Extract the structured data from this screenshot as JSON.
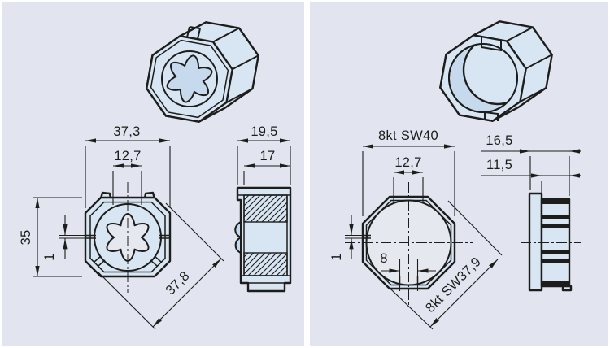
{
  "colors": {
    "bg": "#ffffff",
    "panel_bg": "#e2e5ef",
    "part": "#d8e5f3",
    "part_deep": "#c7d9ec",
    "hole": "#e6e8f0",
    "line": "#1d1d1b"
  },
  "left": {
    "overall_width": "37,3",
    "bore_width": "12,7",
    "height": "35",
    "slot_width": "1",
    "diagonal": "37,8",
    "depth": "19,5",
    "inner_depth": "17"
  },
  "right": {
    "across_flats": "8kt SW40",
    "bore_width": "12,7",
    "slot_width": "1",
    "keyway_width": "8",
    "diagonal": "8kt SW37,9",
    "depth": "16,5",
    "inner_depth": "11,5"
  }
}
